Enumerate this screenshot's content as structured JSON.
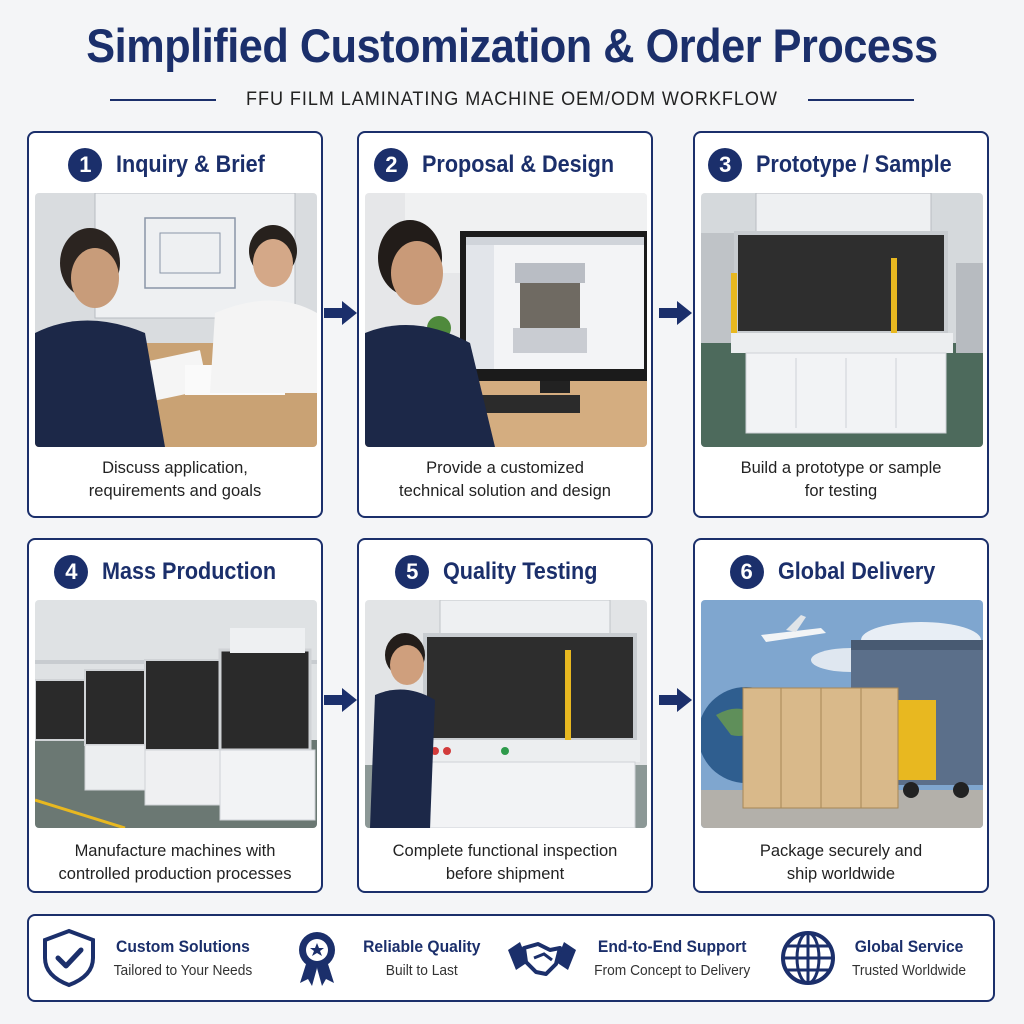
{
  "header": {
    "title": "Simplified Customization & Order Process",
    "subtitle": "FFU FILM LAMINATING MACHINE OEM/ODM WORKFLOW"
  },
  "steps": [
    {
      "number": "1",
      "title": "Inquiry & Brief",
      "caption_line1": "Discuss application,",
      "caption_line2": "requirements and goals"
    },
    {
      "number": "2",
      "title": "Proposal & Design",
      "caption_line1": "Provide a customized",
      "caption_line2": "technical solution and design"
    },
    {
      "number": "3",
      "title": "Prototype / Sample",
      "caption_line1": "Build a prototype or sample",
      "caption_line2": "for testing"
    },
    {
      "number": "4",
      "title": "Mass Production",
      "caption_line1": "Manufacture machines with",
      "caption_line2": "controlled production processes"
    },
    {
      "number": "5",
      "title": "Quality Testing",
      "caption_line1": "Complete functional inspection",
      "caption_line2": "before shipment"
    },
    {
      "number": "6",
      "title": "Global Delivery",
      "caption_line1": "Package securely and",
      "caption_line2": "ship worldwide"
    }
  ],
  "features": [
    {
      "icon": "shield-check-icon",
      "title": "Custom Solutions",
      "subtitle": "Tailored to Your Needs"
    },
    {
      "icon": "award-ribbon-icon",
      "title": "Reliable Quality",
      "subtitle": "Built to Last"
    },
    {
      "icon": "handshake-icon",
      "title": "End-to-End Support",
      "subtitle": "From Concept to Delivery"
    },
    {
      "icon": "globe-icon",
      "title": "Global Service",
      "subtitle": "Trusted Worldwide"
    }
  ],
  "colors": {
    "primary": "#1b2f6b",
    "background": "#f4f5f7",
    "card": "#ffffff",
    "accent_yellow": "#e8b820"
  }
}
